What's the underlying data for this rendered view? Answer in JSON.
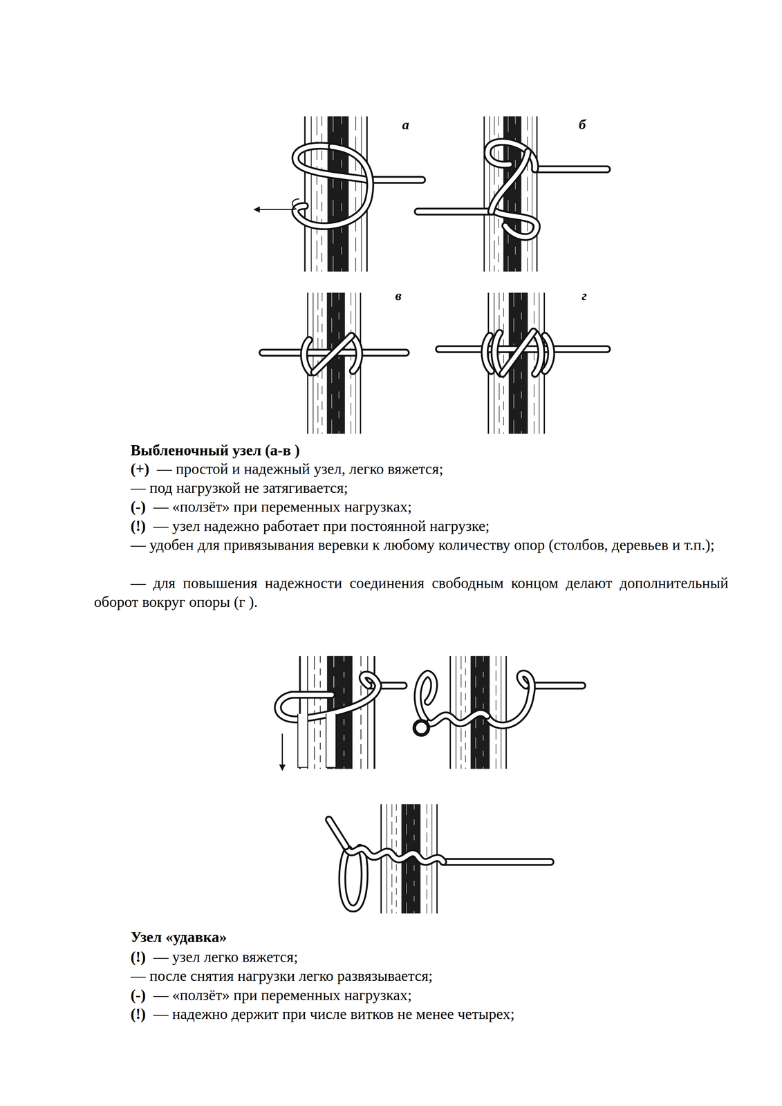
{
  "diagram": {
    "labels": [
      "а",
      "б",
      "в",
      "г",
      "Выбленочный узел (а-в )",
      "(+)",
      "— простой и надежный узел, легко вяжется;",
      "— под нагрузкой не затягивается;",
      "(-)",
      "— «ползёт» при переменных нагрузках;",
      "(!)",
      "— узел надежно работает при постоянной нагрузке;",
      "— удобен для привязывания веревки к любому количеству опор (столбов, деревьев и т.п.);",
      "— для повышения надежности соединения свободным концом делают дополнительный оборот вокруг опоры (г ).",
      "Узел «удавка»",
      "(!)",
      "— узел легко вяжется;",
      "— после снятия нагрузки легко развязывается;",
      "(-)",
      "— «ползёт» при переменных нагрузках;",
      "(!)",
      "— надежно держит при числе витков не менее четырех;"
    ]
  }
}
